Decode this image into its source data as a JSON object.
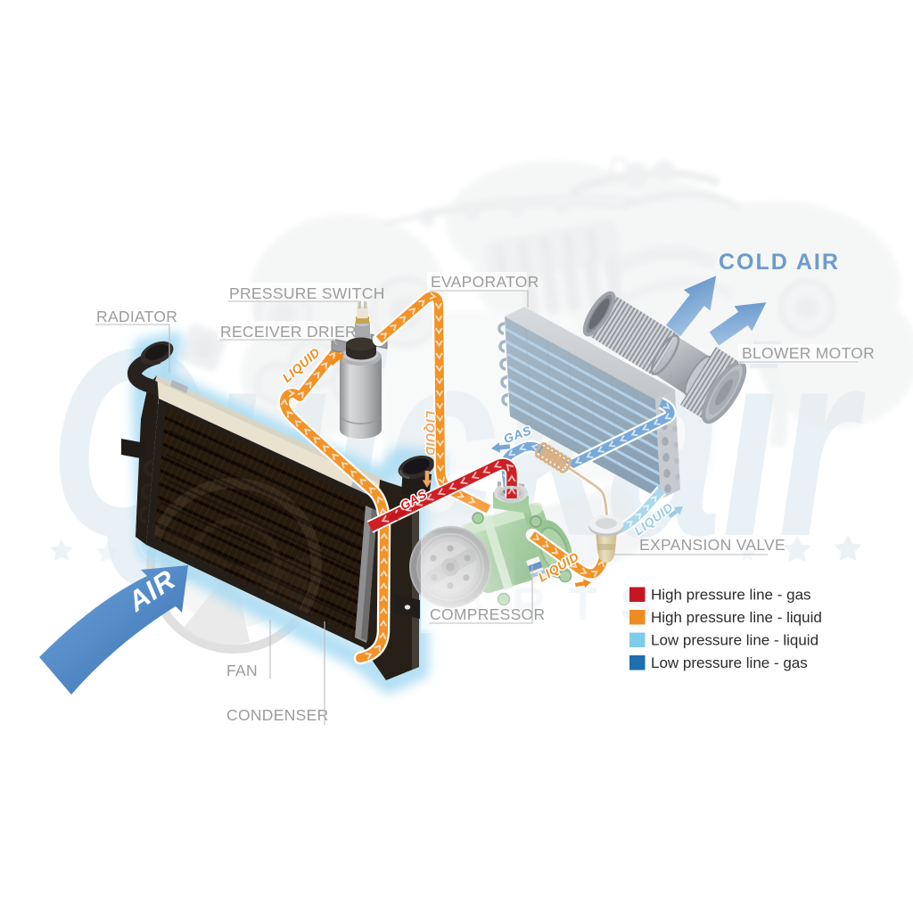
{
  "watermark": {
    "brand": "Quickair",
    "sub": "PARTS"
  },
  "cold_air_text": "COLD AIR",
  "air_text": "AIR",
  "component_labels": {
    "radiator": "RADIATOR",
    "pressure_switch": "PRESSURE SWITCH",
    "receiver_drier": "RECEIVER DRIER",
    "evaporator": "EVAPORATOR",
    "blower_motor": "BLOWER MOTOR",
    "expansion_valve": "EXPANSION VALVE",
    "compressor": "COMPRESSOR",
    "fan": "FAN",
    "condenser": "CONDENSER"
  },
  "flow_labels": {
    "liquid_condenser_to_drier": "LIQUID",
    "liquid_drier_down": "LIQUID",
    "liquid_to_valve": "LIQUID",
    "liquid_valve_to_evap": "LIQUID",
    "gas_compressor_to_condenser": "GAS",
    "gas_evap_to_compressor": "GAS"
  },
  "legend": {
    "items": [
      {
        "label": "High pressure line - gas",
        "color": "#c31722"
      },
      {
        "label": "High pressure line - liquid",
        "color": "#ef8c21"
      },
      {
        "label": "Low pressure line - liquid",
        "color": "#7ecde8"
      },
      {
        "label": "Low pressure line -  gas",
        "color": "#1e6fad"
      }
    ]
  },
  "colors": {
    "high_pressure_gas_pipe": "#ce1f24",
    "high_pressure_liquid_pipe": "#f29227",
    "low_pressure_liquid_pipe": "#a9d8ec",
    "low_pressure_gas_pipe": "#79a9d9",
    "glow": "#a5daf2",
    "cold_air_blue": "#6d9bcd",
    "air_arrow_blue": "#4a86c6"
  }
}
